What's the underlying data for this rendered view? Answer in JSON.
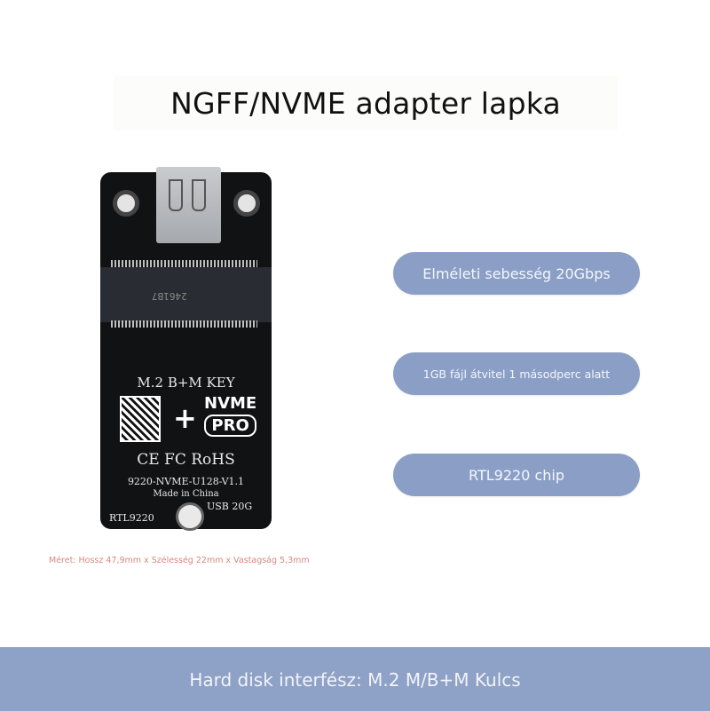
{
  "header": {
    "title": "NGFF/NVME adapter lapka"
  },
  "features": [
    {
      "label": "Elméleti sebesség 20Gbps"
    },
    {
      "label": "1GB fájl átvitel 1 másodperc alatt"
    },
    {
      "label": "RTL9220 chip"
    }
  ],
  "product_image": {
    "connector_label": "2461B7",
    "key_label": "M.2 B+M KEY",
    "nvme_label": "NVME",
    "pro_label": "PRO",
    "plus": "+",
    "cert_label": "CE FC RoHS",
    "model_label": "9220-NVME-U128-V1.1",
    "made_in": "Made in China",
    "chip_label": "RTL9220",
    "usb_label": "USB 20G"
  },
  "dimensions": "Méret: Hossz 47,9mm x Szélesség 22mm x Vastagság 5,3mm",
  "footer": {
    "text": "Hard disk interfész: M.2 M/B+M Kulcs"
  },
  "colors": {
    "pill": "#8b9fc6",
    "footer": "#8ea1c6",
    "dims_text": "#d98880"
  }
}
